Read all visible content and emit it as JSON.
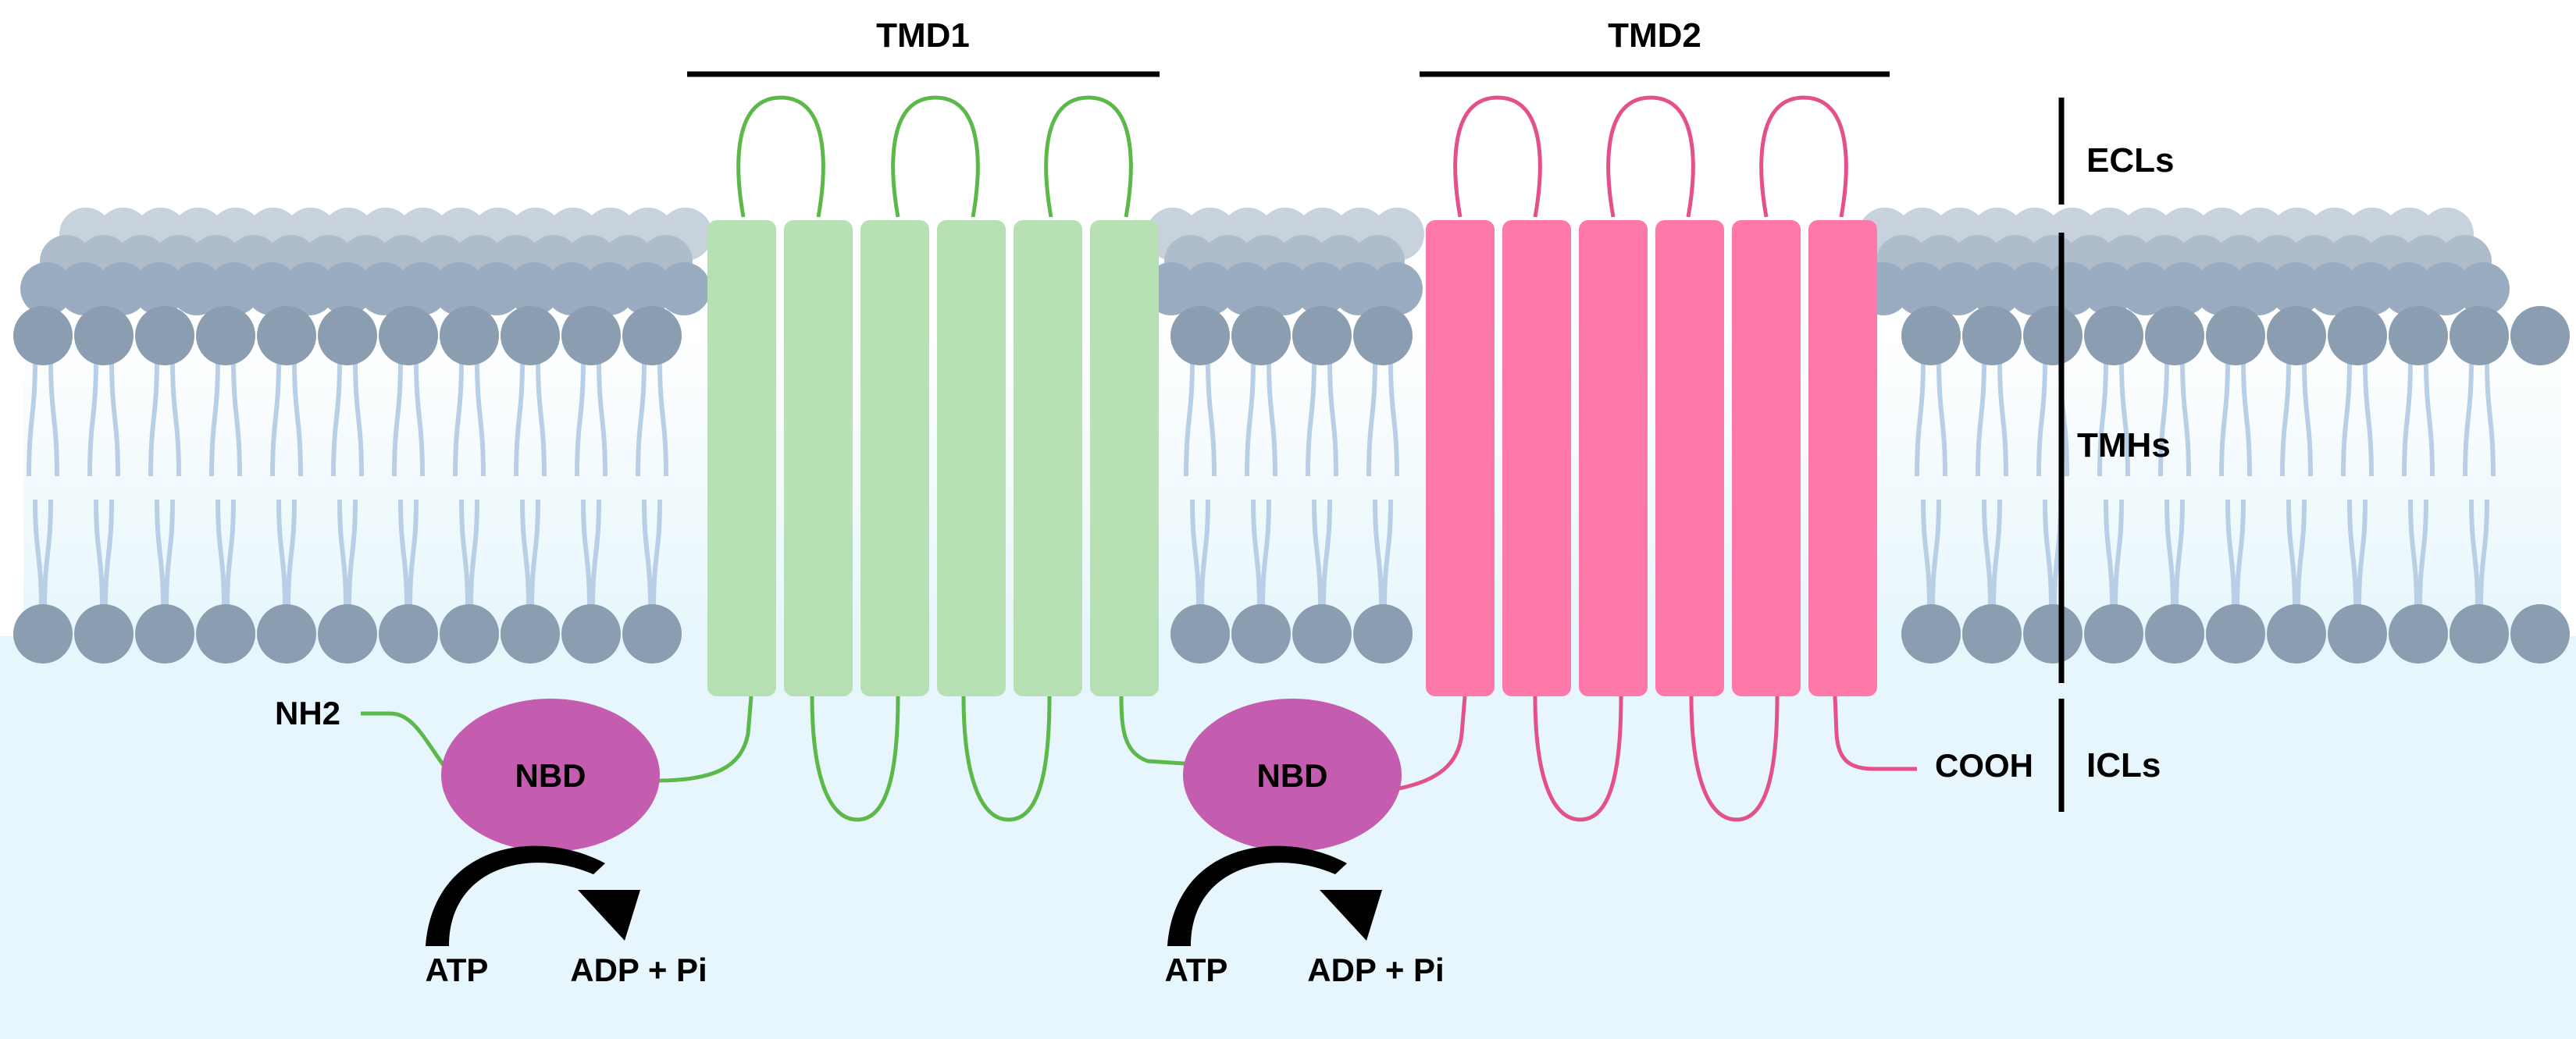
{
  "labels": {
    "tmd1": "TMD1",
    "tmd2": "TMD2",
    "ecls": "ECLs",
    "tmhs": "TMHs",
    "icls": "ICLs",
    "nh2": "NH2",
    "cooh": "COOH",
    "nbd1": "NBD",
    "nbd2": "NBD",
    "atp1": "ATP",
    "adp1": "ADP + Pi",
    "atp2": "ATP",
    "adp2": "ADP + Pi"
  },
  "colors": {
    "tmd1_helix": "#b7e1b4",
    "tmd1_loop": "#5db84a",
    "tmd2_helix": "#ff78aa",
    "tmd2_loop": "#e4508a",
    "nbd": "#c45db0",
    "membrane_head": "#8a9db1",
    "membrane_tail": "#b9cfe6",
    "cytoplasm": "#e6f6fc"
  }
}
